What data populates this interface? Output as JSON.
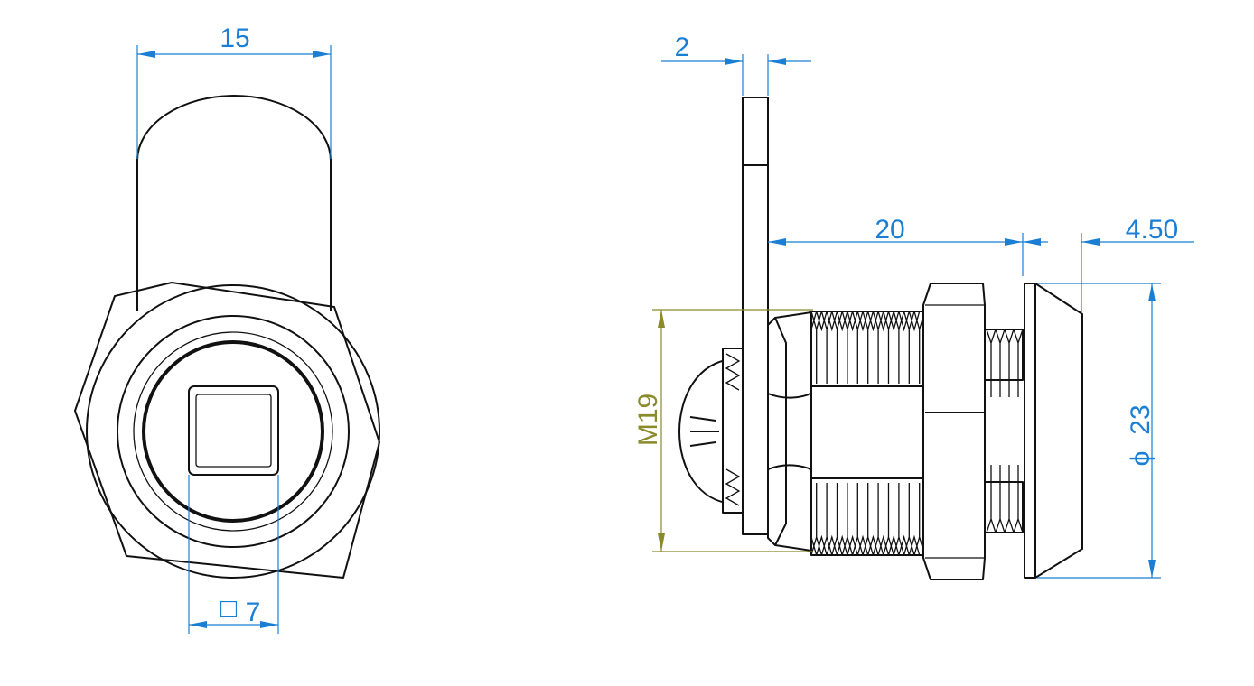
{
  "colors": {
    "outline": "#111111",
    "dimension_blue": "#1a7fd4",
    "dimension_olive": "#8a8a2a"
  },
  "dimensions": {
    "front_width": "15",
    "square_drive": "7",
    "cam_thickness": "2",
    "body_length": "20",
    "head_thickness": "4.50",
    "thread": "M19",
    "head_diameter": "23"
  },
  "symbols": {
    "square": "□",
    "diameter": "ϕ"
  }
}
